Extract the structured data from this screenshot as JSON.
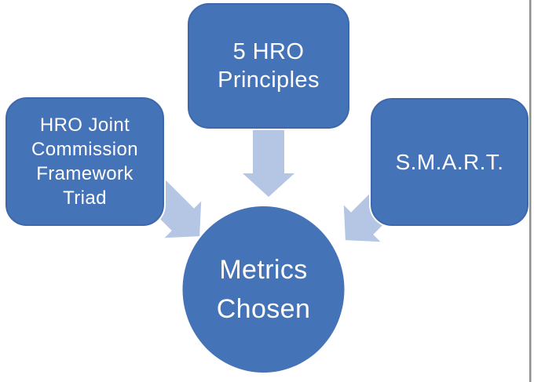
{
  "figure": {
    "type": "converging-radial-diagram",
    "background_color": "#ffffff",
    "node_fill_color": "#4573b7",
    "node_border_color": "#3e68ab",
    "node_halo_color": "#ffffff",
    "arrow_color": "#b4c6e4",
    "text_color": "#ffffff",
    "frame_line_color": "#8f8f8f",
    "nodes": {
      "top": {
        "label": "5 HRO\nPrinciples"
      },
      "left": {
        "label": "HRO Joint\nCommission\nFramework\nTriad"
      },
      "right": {
        "label": "S.M.A.R.T."
      },
      "center": {
        "label": "Metrics\nChosen"
      }
    },
    "edges": [
      {
        "from": "top",
        "to": "center"
      },
      {
        "from": "left",
        "to": "center"
      },
      {
        "from": "right",
        "to": "center"
      }
    ]
  }
}
